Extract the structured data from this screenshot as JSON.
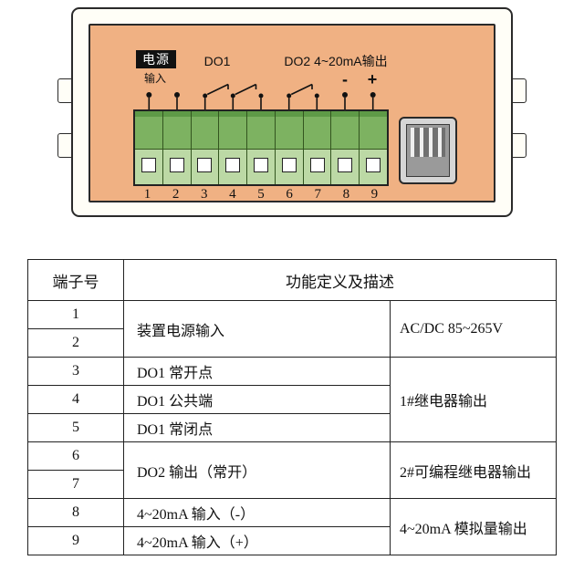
{
  "panel": {
    "labels": {
      "power": "电源",
      "power_sub": "输入",
      "do1": "DO1",
      "do2": "DO2 4~20mA输出",
      "minus": "-",
      "plus": "+"
    },
    "terminals": [
      "1",
      "2",
      "3",
      "4",
      "5",
      "6",
      "7",
      "8",
      "9"
    ]
  },
  "table": {
    "header": {
      "terminal_col": "端子号",
      "function_col": "功能定义及描述"
    },
    "rows": {
      "numbers": [
        "1",
        "2",
        "3",
        "4",
        "5",
        "6",
        "7",
        "8",
        "9"
      ]
    },
    "functions": {
      "power_in": "装置电源输入",
      "do1_no": "DO1 常开点",
      "do1_com": "DO1 公共端",
      "do1_nc": "DO1 常闭点",
      "do2_out": "DO2 输出（常开）",
      "ain_minus": "4~20mA 输入（-）",
      "ain_plus": "4~20mA 输入（+）"
    },
    "descriptions": {
      "power": "AC/DC 85~265V",
      "relay1": "1#继电器输出",
      "relay2": "2#可编程继电器输出",
      "analog": "4~20mA 模拟量输出"
    }
  },
  "colors": {
    "faceplate": "#f0b183",
    "terminal_green_dark": "#7db261",
    "terminal_green_light": "#bcd9a5"
  }
}
